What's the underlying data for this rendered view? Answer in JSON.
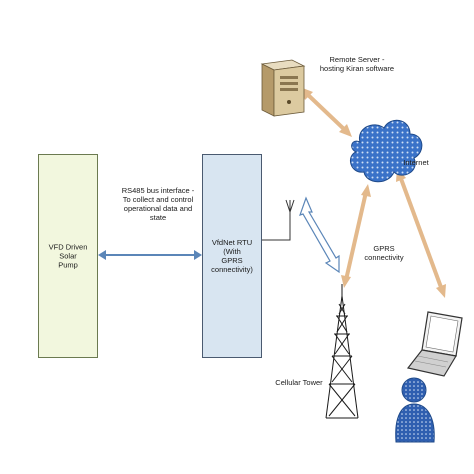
{
  "nodes": {
    "pump": {
      "label": "VFD Driven Solar\nPump",
      "fill": "#f2f7de"
    },
    "rtu": {
      "label": "VfdNet RTU (With\nGPRS\nconnectivity)",
      "fill": "#d8e5f1"
    },
    "server": {
      "label": "Remote Server -\nhosting Kiran software"
    },
    "internet": {
      "label": "Internet"
    },
    "gprs": {
      "label": "GPRS\nconnectivity"
    },
    "tower": {
      "label": "Cellular Tower"
    }
  },
  "links": {
    "rs485": {
      "label": "RS485 bus interface -\nTo collect and control\noperational  data and\nstate"
    }
  },
  "colors": {
    "blue_arrow": "#5b86b8",
    "tan_arrow": "#e3b98c",
    "cloud": "#3a72c8"
  }
}
